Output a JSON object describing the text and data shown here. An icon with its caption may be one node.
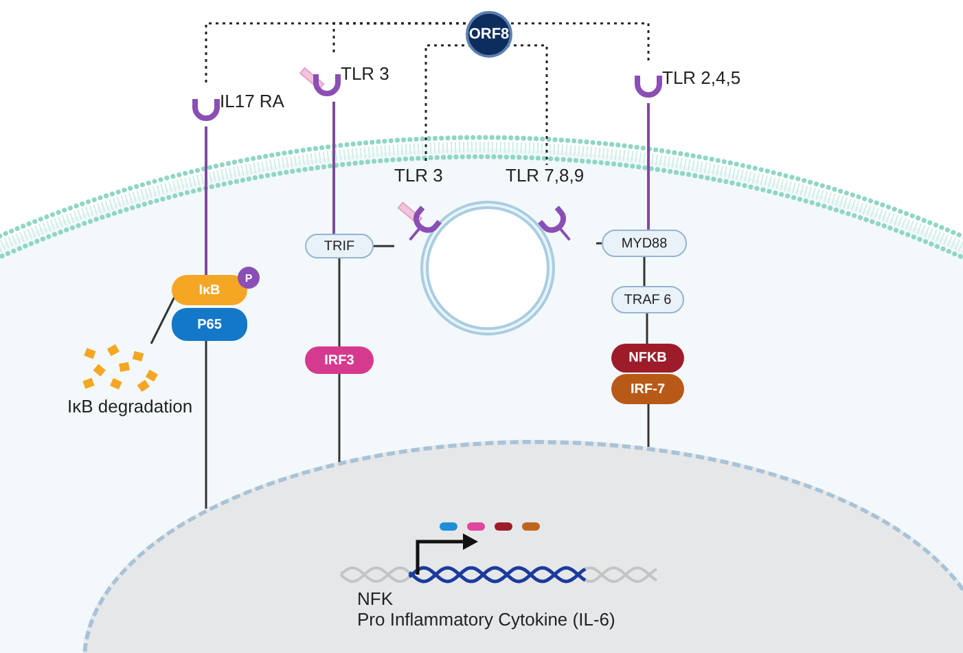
{
  "diagram": {
    "nodes": [
      {
        "text": [
          "ORF8"
        ]
      },
      {
        "text": [
          "IL17 RA"
        ]
      },
      {
        "text": [
          "TLR 3"
        ]
      },
      {
        "text": [
          "TLR 2,4,5"
        ]
      },
      {
        "text": [
          "TLR 3"
        ]
      },
      {
        "text": [
          "TLR 7,8,9"
        ]
      },
      {
        "text": [],
        "shape": "circle"
      },
      {
        "text": [
          "TRIF"
        ]
      },
      {
        "text": [
          "MYD88"
        ]
      },
      {
        "text": [
          "IκB"
        ]
      },
      {
        "text": [
          "P"
        ]
      },
      {
        "text": [
          "P65"
        ]
      },
      {
        "text": [
          "IRF3"
        ]
      },
      {
        "text": [
          "TRAF 6"
        ]
      },
      {
        "text": [
          "NFKB"
        ]
      },
      {
        "text": [
          "IRF-7"
        ]
      },
      {
        "text": [
          "IκB degradation"
        ]
      },
      {
        "text": [],
        "shape": "circle"
      },
      {
        "text": [
          "NFK",
          "Pro Inflammatory Cytokine (IL-6)"
        ],
        "in": 17
      }
    ],
    "edges": [
      {
        "from": 0,
        "to": 1,
        "arrow": "none",
        "style": "dashed"
      },
      {
        "from": 0,
        "to": 2,
        "arrow": "none",
        "style": "dashed"
      },
      {
        "from": 0,
        "to": 4,
        "arrow": "none",
        "style": "dashed"
      },
      {
        "from": 0,
        "to": 5,
        "arrow": "none",
        "style": "dashed"
      },
      {
        "from": 0,
        "to": 3,
        "arrow": "none",
        "style": "dashed"
      },
      {
        "from": 1,
        "to": 9,
        "arrow": "none",
        "color": "#7e4b9c"
      },
      {
        "from": 2,
        "to": 7,
        "arrow": "none",
        "color": "#7e4b9c"
      },
      {
        "from": 3,
        "to": 8,
        "arrow": "none",
        "color": "#7e4b9c"
      },
      {
        "from": 7,
        "to": 4,
        "arrow": "none"
      },
      {
        "from": 8,
        "to": 5,
        "arrow": "none"
      },
      {
        "from": 7,
        "to": 12,
        "arrow": "none"
      },
      {
        "from": 9,
        "to": 16,
        "arrow": "none"
      },
      {
        "from": 11,
        "to": 17,
        "arrow": "none"
      },
      {
        "from": 12,
        "to": 17,
        "arrow": "none"
      },
      {
        "from": 8,
        "to": 13,
        "arrow": "none"
      },
      {
        "from": 13,
        "to": 14,
        "arrow": "none"
      },
      {
        "from": 15,
        "to": 17,
        "arrow": "none"
      }
    ]
  }
}
